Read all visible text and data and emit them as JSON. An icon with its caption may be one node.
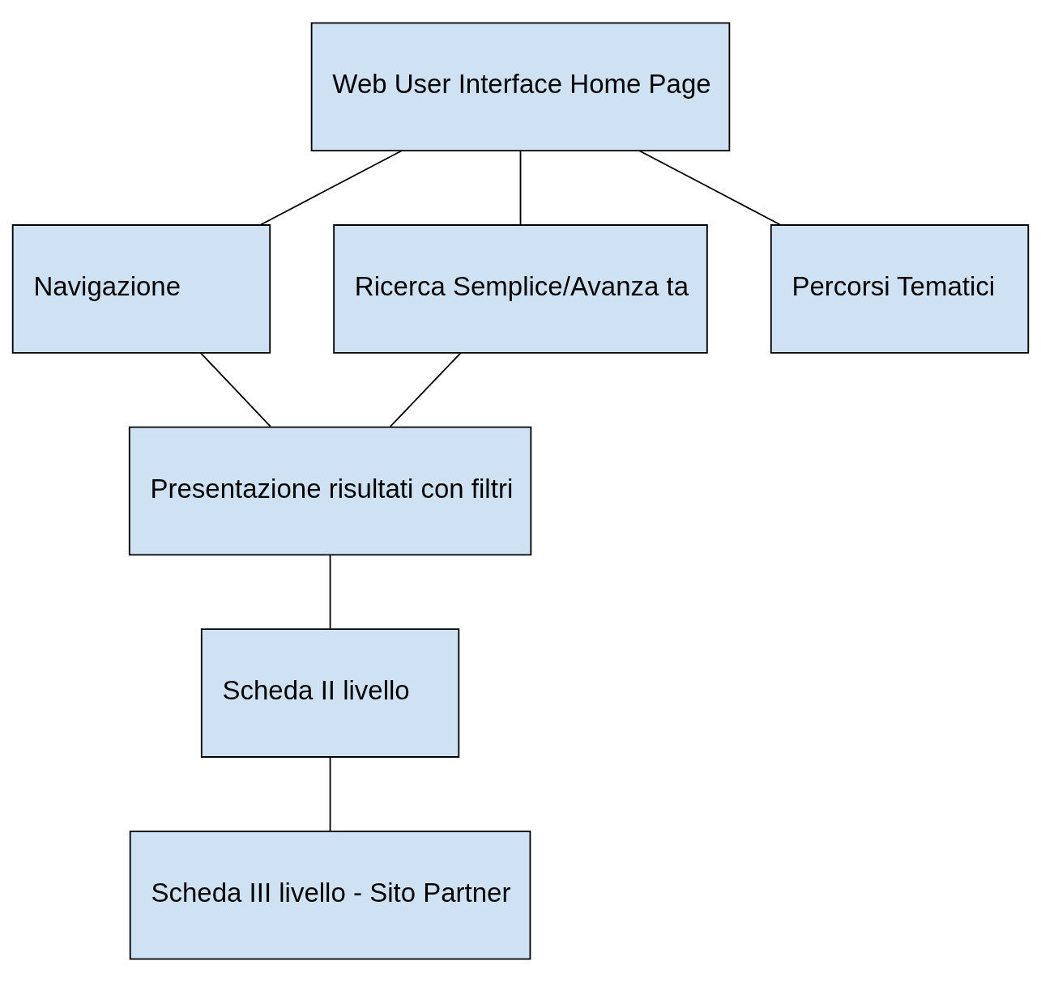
{
  "diagram": {
    "nodes": [
      {
        "text": [
          "Web User Interface Home Page"
        ]
      },
      {
        "text": [
          "Navigazione"
        ]
      },
      {
        "text": [
          "Ricerca Semplice/Avanza ta"
        ]
      },
      {
        "text": [
          "Percorsi Tematici"
        ]
      },
      {
        "text": [
          "Presentazione risultati con filtri"
        ]
      },
      {
        "text": [
          "Scheda II livello"
        ]
      },
      {
        "text": [
          "Scheda III livello - Sito Partner"
        ]
      }
    ],
    "edges": [
      {
        "from": 0,
        "to": 1,
        "arrow": "none"
      },
      {
        "from": 0,
        "to": 2,
        "arrow": "none"
      },
      {
        "from": 0,
        "to": 3,
        "arrow": "none"
      },
      {
        "from": 2,
        "to": 4,
        "arrow": "none"
      },
      {
        "from": 1,
        "to": 4,
        "arrow": "none"
      },
      {
        "from": 4,
        "to": 5,
        "arrow": "none"
      },
      {
        "from": 5,
        "to": 6,
        "arrow": "none"
      }
    ]
  }
}
